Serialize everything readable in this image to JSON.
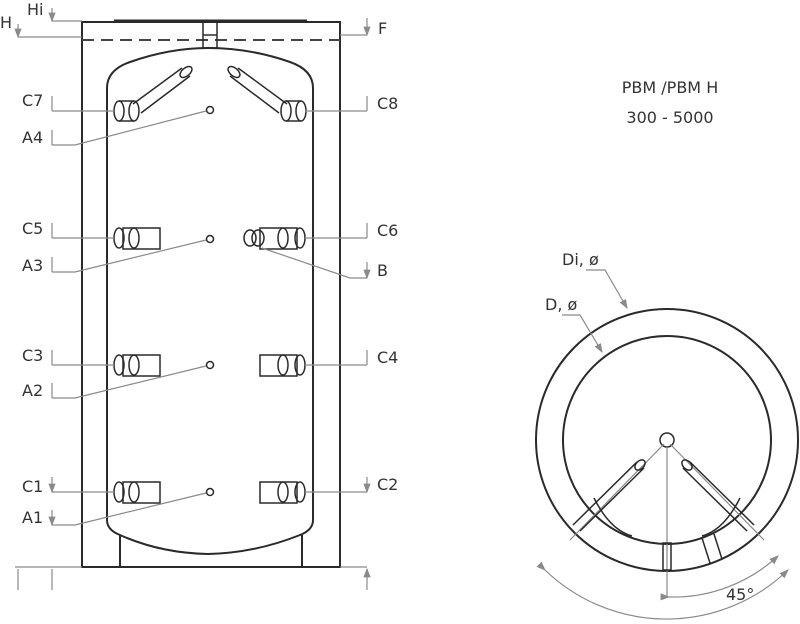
{
  "title": {
    "line1": "PBM /PBM H",
    "line2": "300 - 5000"
  },
  "labels": {
    "H": "H",
    "Hi": "Hi",
    "F": "F",
    "C1": "C1",
    "C2": "C2",
    "C3": "C3",
    "C4": "C4",
    "C5": "C5",
    "C6": "C6",
    "C7": "C7",
    "C8": "C8",
    "A1": "A1",
    "A2": "A2",
    "A3": "A3",
    "A4": "A4",
    "B": "B"
  },
  "plan_view": {
    "Di": "Di, ø",
    "D": "D, ø",
    "angle": "45°"
  },
  "colors": {
    "line": "#2a2a2a",
    "dimension": "#8a8a8a"
  }
}
